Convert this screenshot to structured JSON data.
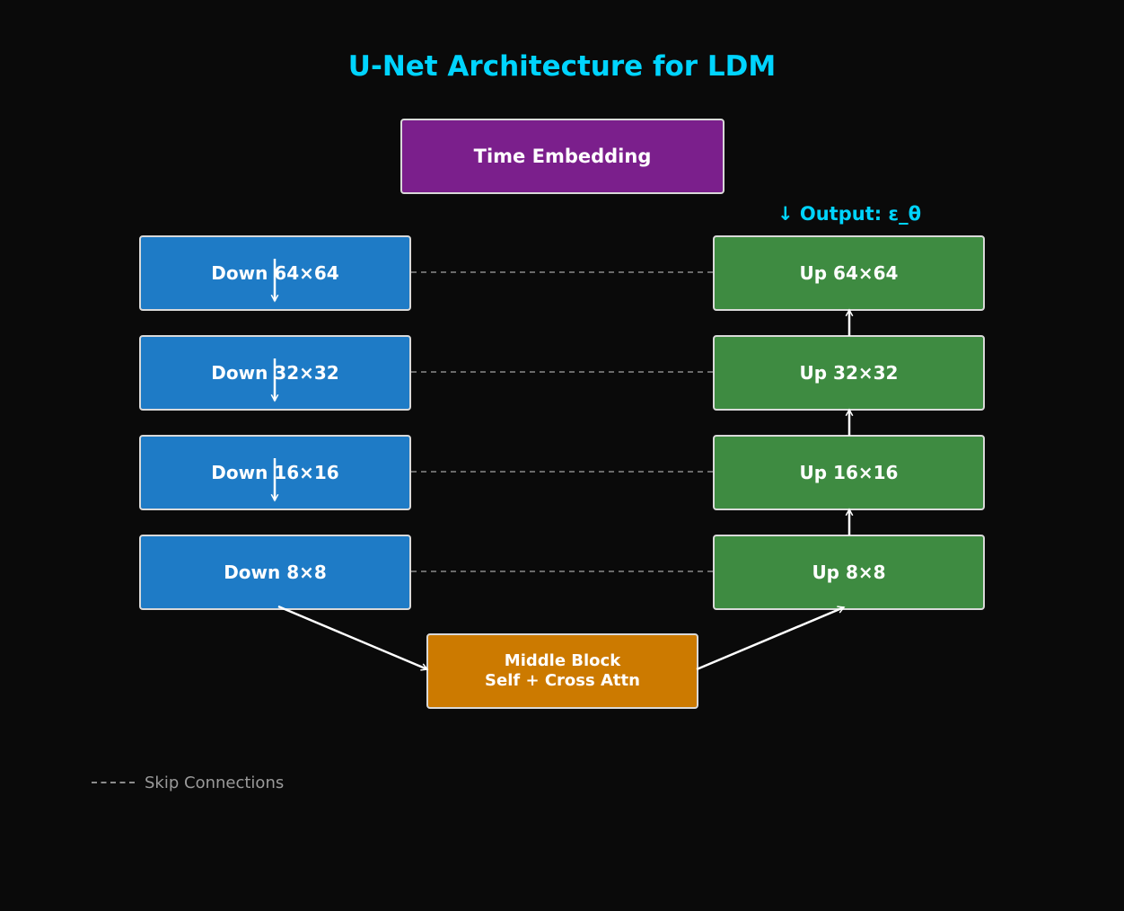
{
  "title": "U-Net Architecture for LDM",
  "time_embedding": "Time Embedding",
  "output_label": "↓ Output: ε_θ",
  "down_blocks": [
    "Down 64×64",
    "Down 32×32",
    "Down 16×16",
    "Down 8×8"
  ],
  "up_blocks": [
    "Up 64×64",
    "Up 32×32",
    "Up 16×16",
    "Up 8×8"
  ],
  "middle_block": {
    "line1": "Middle Block",
    "line2": "Self + Cross Attn"
  },
  "legend": {
    "skip_label": "Skip Connections"
  },
  "colors": {
    "background": "#0a0a0a",
    "title": "#00d4ff",
    "time_embedding": "#7b1f8c",
    "down": "#1e7bc6",
    "up": "#3e8b41",
    "middle": "#cc7a00",
    "skip_line": "#8c8c8c"
  }
}
